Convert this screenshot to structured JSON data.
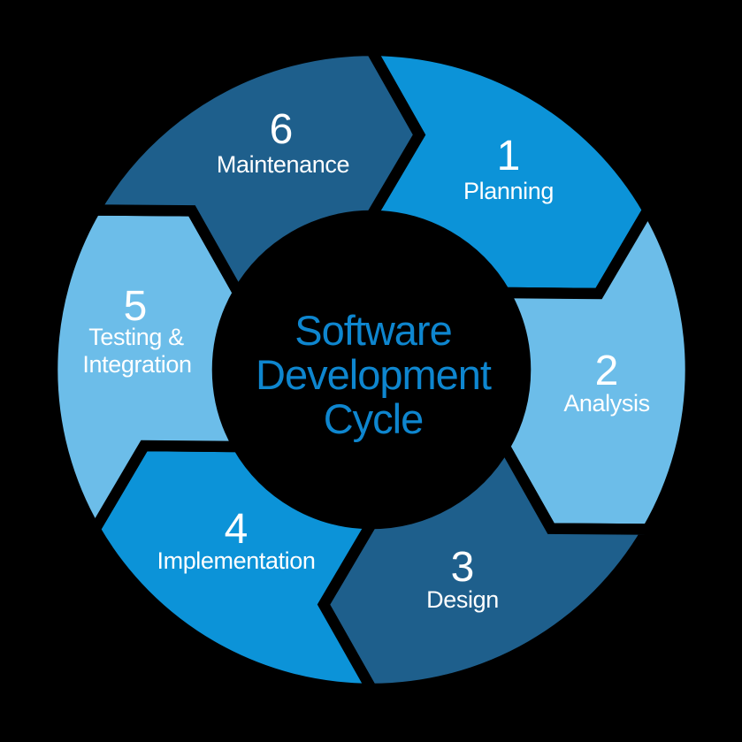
{
  "diagram": {
    "center_title": {
      "lines": [
        "Software",
        "Development",
        "Cycle"
      ],
      "color": "#0e86cf"
    },
    "segments": [
      {
        "number": "1",
        "label": "Planning",
        "color": "#0c93d8"
      },
      {
        "number": "2",
        "label": "Analysis",
        "color": "#6cbde9"
      },
      {
        "number": "3",
        "label": "Design",
        "color": "#1e5f8c"
      },
      {
        "number": "4",
        "label": "Implementation",
        "color": "#0c93d8"
      },
      {
        "number": "5",
        "label": "Testing &",
        "label2": "Integration",
        "color": "#6cbde9"
      },
      {
        "number": "6",
        "label": "Maintenance",
        "color": "#1e5f8c"
      }
    ],
    "colors": {
      "background": "#000000",
      "segment_text": "#ffffff",
      "segment_gap": "#000000"
    }
  }
}
